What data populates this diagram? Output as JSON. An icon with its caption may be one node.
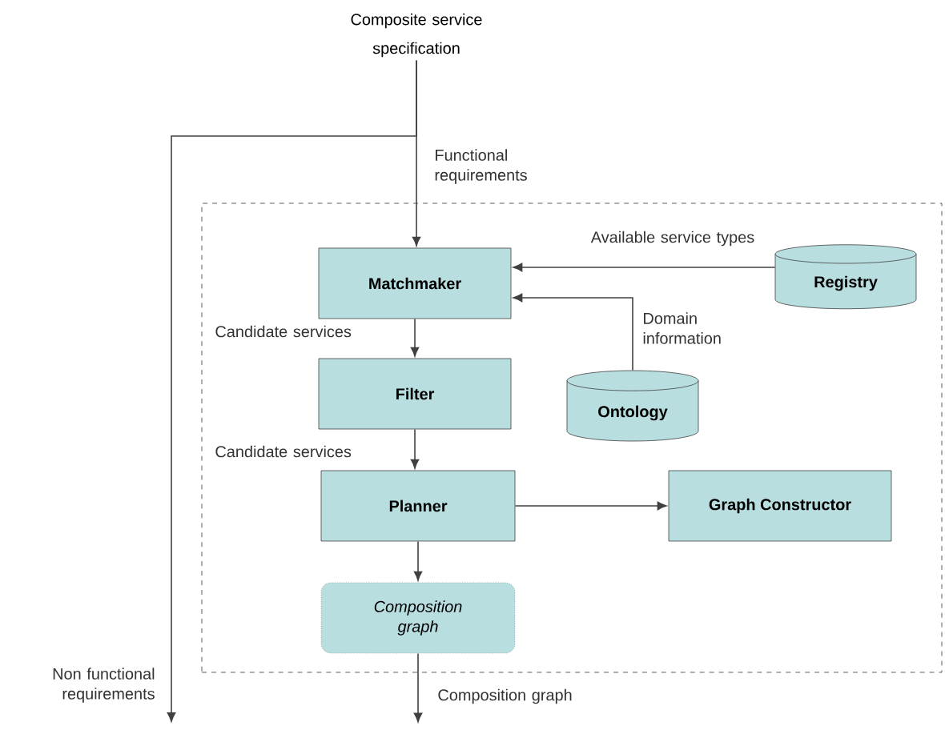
{
  "diagram": {
    "nodes": [
      {
        "text": [],
        "shape": "box"
      },
      {
        "text": [
          "Composite service specification"
        ]
      },
      {
        "text": [
          "Matchmaker"
        ],
        "in": 0
      },
      {
        "text": [
          "Registry"
        ],
        "in": 0
      },
      {
        "text": [
          "Ontology"
        ],
        "in": 0
      },
      {
        "text": [
          "Filter"
        ],
        "in": 0
      },
      {
        "text": [
          "Planner"
        ],
        "in": 0
      },
      {
        "text": [
          "Graph Constructor"
        ],
        "in": 0
      },
      {
        "text": [
          "Composition graph"
        ],
        "in": 0
      }
    ],
    "edges": [
      {
        "from": 1,
        "to": 2,
        "arrow": "to",
        "label": "Functional requirements"
      },
      {
        "from": 1,
        "to": null,
        "arrow": "to",
        "label": "Non functional requirements"
      },
      {
        "from": 3,
        "to": 2,
        "arrow": "to",
        "label": "Available service types"
      },
      {
        "from": 4,
        "to": 2,
        "arrow": "to",
        "label": "Domain information"
      },
      {
        "from": 2,
        "to": 5,
        "arrow": "to",
        "label": "Candidate services"
      },
      {
        "from": 5,
        "to": 6,
        "arrow": "to",
        "label": "Candidate services"
      },
      {
        "from": 6,
        "to": 7,
        "arrow": "to"
      },
      {
        "from": 6,
        "to": 8,
        "arrow": "to"
      },
      {
        "from": 8,
        "to": null,
        "arrow": "to",
        "label": "Composition graph"
      }
    ]
  }
}
